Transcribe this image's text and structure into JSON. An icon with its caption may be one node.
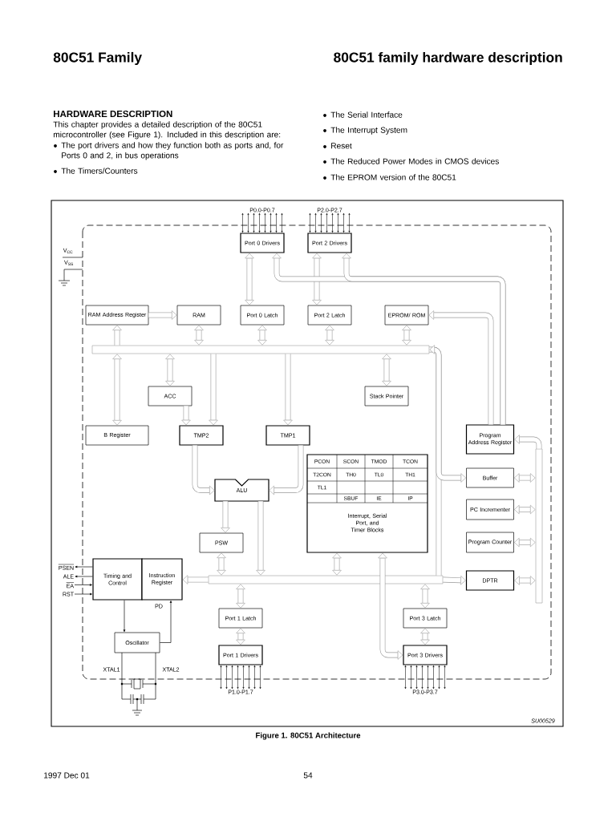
{
  "diagram": {
    "title": "80C51 family hardware description",
    "caption": "Figure 1. 80C51 Architecture",
    "nodes": [
      {
        "text": [
          "Port 0 Drivers"
        ]
      },
      {
        "text": [
          "Port 2 Drivers"
        ]
      },
      {
        "text": [
          "RAM Address Register"
        ]
      },
      {
        "text": [
          "RAM"
        ]
      },
      {
        "text": [
          "Port 0 Latch"
        ]
      },
      {
        "text": [
          "Port 2 Latch"
        ]
      },
      {
        "text": [
          "EPROM/ ROM"
        ]
      },
      {
        "text": [
          "ACC"
        ]
      },
      {
        "text": [
          "Stack Pointer"
        ]
      },
      {
        "text": [
          "B Register"
        ]
      },
      {
        "text": [
          "TMP2"
        ]
      },
      {
        "text": [
          "TMP1"
        ]
      },
      {
        "text": [
          "Program Address Register"
        ]
      },
      {
        "text": [
          "Interrupt, Serial Port, and Timer Blocks"
        ]
      },
      {
        "text": [
          "ALU"
        ]
      },
      {
        "text": [
          "Buffer"
        ]
      },
      {
        "text": [
          "PC Incrementer"
        ]
      },
      {
        "text": [
          "PSW"
        ]
      },
      {
        "text": [
          "Program Counter"
        ]
      },
      {
        "text": [
          "Timing and Control"
        ]
      },
      {
        "text": [
          "Instruction Register"
        ]
      },
      {
        "text": [
          "DPTR"
        ]
      },
      {
        "text": [
          "Port 1 Latch"
        ]
      },
      {
        "text": [
          "Port 3 Latch"
        ]
      },
      {
        "text": [
          "Oscillator"
        ]
      },
      {
        "text": [
          "Port 1 Drivers"
        ]
      },
      {
        "text": [
          "Port 3 Drivers"
        ]
      },
      {
        "text": [],
        "shape": "bar"
      },
      {
        "text": [],
        "shape": "bar"
      },
      {
        "text": [],
        "shape": "bar"
      },
      {
        "text": [
          "PSEN"
        ]
      },
      {
        "text": [
          "ALE"
        ]
      },
      {
        "text": [
          "EA"
        ]
      },
      {
        "text": [
          "RST"
        ]
      },
      {
        "text": [
          "P0.0-P0.7"
        ]
      },
      {
        "text": [
          "P2.0-P2.7"
        ]
      },
      {
        "text": [
          "P1.0-P1.7"
        ]
      },
      {
        "text": [
          "P3.0-P3.7"
        ]
      }
    ],
    "edges": [
      {
        "from": 0,
        "to": 4,
        "arrow": "both",
        "style": "thick",
        "color": "#9a9a9a"
      },
      {
        "from": 1,
        "to": 5,
        "arrow": "both",
        "style": "thick",
        "color": "#9a9a9a"
      },
      {
        "from": 12,
        "to": 0,
        "arrow": "to",
        "style": "thick",
        "color": "#9a9a9a"
      },
      {
        "from": 12,
        "to": 1,
        "arrow": "to",
        "style": "thick",
        "color": "#9a9a9a"
      },
      {
        "from": 12,
        "to": 6,
        "arrow": "to",
        "style": "thick",
        "color": "#9a9a9a"
      },
      {
        "from": 2,
        "to": 3,
        "arrow": "to",
        "style": "thick",
        "color": "#9a9a9a"
      },
      {
        "from": 27,
        "to": 2,
        "arrow": "to",
        "style": "thick",
        "color": "#9a9a9a"
      },
      {
        "from": 3,
        "to": 27,
        "arrow": "both",
        "style": "thick",
        "color": "#9a9a9a"
      },
      {
        "from": 4,
        "to": 27,
        "arrow": "both",
        "style": "thick",
        "color": "#9a9a9a"
      },
      {
        "from": 5,
        "to": 27,
        "arrow": "both",
        "style": "thick",
        "color": "#9a9a9a"
      },
      {
        "from": 6,
        "to": 27,
        "arrow": "both",
        "style": "thick",
        "color": "#9a9a9a"
      },
      {
        "from": 27,
        "to": 9,
        "arrow": "both",
        "style": "thick",
        "color": "#9a9a9a"
      },
      {
        "from": 27,
        "to": 7,
        "arrow": "both",
        "style": "thick",
        "color": "#9a9a9a"
      },
      {
        "from": 7,
        "to": 10,
        "arrow": "to",
        "style": "thick",
        "color": "#9a9a9a"
      },
      {
        "from": 27,
        "to": 10,
        "arrow": "to",
        "style": "thick",
        "color": "#9a9a9a"
      },
      {
        "from": 27,
        "to": 11,
        "arrow": "to",
        "style": "thick",
        "color": "#9a9a9a"
      },
      {
        "from": 27,
        "to": 8,
        "arrow": "both",
        "style": "thick",
        "color": "#9a9a9a"
      },
      {
        "from": 10,
        "to": 14,
        "arrow": "to",
        "style": "thick",
        "color": "#9a9a9a"
      },
      {
        "from": 11,
        "to": 14,
        "arrow": "to",
        "style": "thick",
        "color": "#9a9a9a"
      },
      {
        "from": 14,
        "to": 17,
        "arrow": "to",
        "style": "thick",
        "color": "#9a9a9a"
      },
      {
        "from": 14,
        "to": 28,
        "arrow": "to",
        "style": "thick",
        "color": "#9a9a9a"
      },
      {
        "from": 17,
        "to": 28,
        "arrow": "both",
        "style": "thick",
        "color": "#9a9a9a"
      },
      {
        "from": 28,
        "to": 20,
        "arrow": "to",
        "style": "thick",
        "color": "#9a9a9a"
      },
      {
        "from": 27,
        "to": 28,
        "arrow": "none",
        "style": "thick",
        "color": "#9a9a9a"
      },
      {
        "from": 28,
        "to": 21,
        "arrow": "to",
        "style": "thick",
        "color": "#9a9a9a"
      },
      {
        "from": 28,
        "to": 22,
        "arrow": "both",
        "style": "thick",
        "color": "#9a9a9a"
      },
      {
        "from": 13,
        "to": 28,
        "arrow": "both",
        "style": "thick",
        "color": "#9a9a9a"
      },
      {
        "from": 13,
        "to": 26,
        "arrow": "both",
        "style": "thick",
        "color": "#9a9a9a"
      },
      {
        "from": 28,
        "to": 23,
        "arrow": "both",
        "style": "thick",
        "color": "#9a9a9a"
      },
      {
        "from": 22,
        "to": 25,
        "arrow": "both",
        "style": "thick",
        "color": "#9a9a9a"
      },
      {
        "from": 23,
        "to": 26,
        "arrow": "both",
        "style": "thick",
        "color": "#9a9a9a"
      },
      {
        "from": 27,
        "to": 15,
        "arrow": "both",
        "style": "thick",
        "color": "#9a9a9a"
      },
      {
        "from": 29,
        "to": 12,
        "arrow": "to",
        "style": "thick",
        "color": "#9a9a9a"
      },
      {
        "from": 29,
        "to": 15,
        "arrow": "both",
        "style": "thick",
        "color": "#9a9a9a"
      },
      {
        "from": 29,
        "to": 16,
        "arrow": "both",
        "style": "thick",
        "color": "#9a9a9a"
      },
      {
        "from": 29,
        "to": 18,
        "arrow": "both",
        "style": "thick",
        "color": "#9a9a9a"
      },
      {
        "from": 29,
        "to": 21,
        "arrow": "both",
        "style": "thick",
        "color": "#9a9a9a"
      },
      {
        "from": 19,
        "to": 24,
        "arrow": "to"
      },
      {
        "from": 24,
        "to": 20,
        "arrow": "to"
      },
      {
        "from": 19,
        "to": 30,
        "arrow": "to"
      },
      {
        "from": 19,
        "to": 31,
        "arrow": "to"
      },
      {
        "from": 32,
        "to": 19,
        "arrow": "to"
      },
      {
        "from": 33,
        "to": 19,
        "arrow": "to"
      },
      {
        "from": 0,
        "to": 34,
        "arrow": "both"
      },
      {
        "from": 0,
        "to": 34,
        "arrow": "both"
      },
      {
        "from": 0,
        "to": 34,
        "arrow": "both"
      },
      {
        "from": 0,
        "to": 34,
        "arrow": "both"
      },
      {
        "from": 0,
        "to": 34,
        "arrow": "both"
      },
      {
        "from": 0,
        "to": 34,
        "arrow": "both"
      },
      {
        "from": 0,
        "to": 34,
        "arrow": "both"
      },
      {
        "from": 0,
        "to": 34,
        "arrow": "both"
      },
      {
        "from": 1,
        "to": 35,
        "arrow": "both"
      },
      {
        "from": 1,
        "to": 35,
        "arrow": "both"
      },
      {
        "from": 1,
        "to": 35,
        "arrow": "both"
      },
      {
        "from": 1,
        "to": 35,
        "arrow": "both"
      },
      {
        "from": 1,
        "to": 35,
        "arrow": "both"
      },
      {
        "from": 1,
        "to": 35,
        "arrow": "both"
      },
      {
        "from": 1,
        "to": 35,
        "arrow": "both"
      },
      {
        "from": 1,
        "to": 35,
        "arrow": "both"
      },
      {
        "from": 25,
        "to": 36,
        "arrow": "both"
      },
      {
        "from": 25,
        "to": 36,
        "arrow": "both"
      },
      {
        "from": 25,
        "to": 36,
        "arrow": "both"
      },
      {
        "from": 25,
        "to": 36,
        "arrow": "both"
      },
      {
        "from": 25,
        "to": 36,
        "arrow": "both"
      },
      {
        "from": 25,
        "to": 36,
        "arrow": "both"
      },
      {
        "from": 25,
        "to": 36,
        "arrow": "both"
      },
      {
        "from": 25,
        "to": 36,
        "arrow": "both"
      },
      {
        "from": 26,
        "to": 37,
        "arrow": "both"
      },
      {
        "from": 26,
        "to": 37,
        "arrow": "both"
      },
      {
        "from": 26,
        "to": 37,
        "arrow": "both"
      },
      {
        "from": 26,
        "to": 37,
        "arrow": "both"
      },
      {
        "from": 26,
        "to": 37,
        "arrow": "both"
      },
      {
        "from": 26,
        "to": 37,
        "arrow": "both"
      },
      {
        "from": 26,
        "to": 37,
        "arrow": "both"
      },
      {
        "from": 26,
        "to": 37,
        "arrow": "both"
      }
    ],
    "labels": [
      "80C51 Family",
      "HARDWARE DESCRIPTION",
      "This chapter provides a detailed description of the 80C51 microcontroller (see Figure 1). Included in this description are:",
      "The port drivers and how they function both as ports and, for Ports 0 and 2, in bus operations",
      "The Timers/Counters",
      "The Serial Interface",
      "The Interrupt System",
      "Reset",
      "The Reduced Power Modes in CMOS devices",
      "The EPROM version of the 80C51",
      "V$_{CC}$",
      "V$_{SS}$",
      "PCON",
      "SCON",
      "TMOD",
      "TCON",
      "T2CON",
      "TH0",
      "TL0",
      "TH1",
      "TL1",
      "SBUF",
      "IE",
      "IP",
      "PD",
      "XTAL1",
      "XTAL2",
      "SU00529",
      "1997 Dec 01",
      "54"
    ]
  }
}
